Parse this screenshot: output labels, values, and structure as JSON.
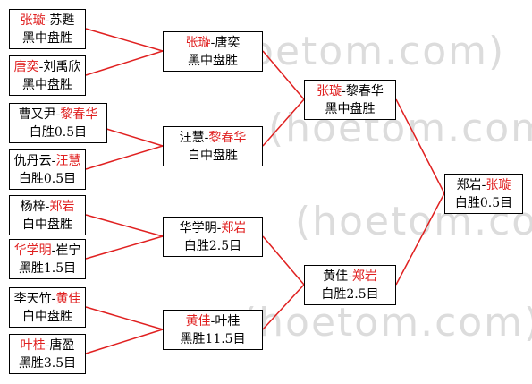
{
  "matches": {
    "r1_1": {
      "p1": "张璇",
      "p2": "苏甦",
      "winner": "p1",
      "result": "黑中盘胜"
    },
    "r1_2": {
      "p1": "唐奕",
      "p2": "刘禹欣",
      "winner": "p1",
      "result": "黑中盘胜"
    },
    "r1_3": {
      "p1": "曹又尹",
      "p2": "黎春华",
      "winner": "p2",
      "result": "白胜0.5目"
    },
    "r1_4": {
      "p1": "仇丹云",
      "p2": "汪慧",
      "winner": "p2",
      "result": "白胜0.5目"
    },
    "r1_5": {
      "p1": "杨梓",
      "p2": "郑岩",
      "winner": "p2",
      "result": "白中盘胜"
    },
    "r1_6": {
      "p1": "华学明",
      "p2": "崔宁",
      "winner": "p1",
      "result": "黑胜1.5目"
    },
    "r1_7": {
      "p1": "李天竹",
      "p2": "黄佳",
      "winner": "p2",
      "result": "白中盘胜"
    },
    "r1_8": {
      "p1": "叶桂",
      "p2": "唐盈",
      "winner": "p1",
      "result": "黑胜3.5目"
    },
    "r2_1": {
      "p1": "张璇",
      "p2": "唐奕",
      "winner": "p1",
      "result": "黑中盘胜"
    },
    "r2_2": {
      "p1": "汪慧",
      "p2": "黎春华",
      "winner": "p2",
      "result": "白中盘胜"
    },
    "r2_3": {
      "p1": "华学明",
      "p2": "郑岩",
      "winner": "p2",
      "result": "白胜2.5目"
    },
    "r2_4": {
      "p1": "黄佳",
      "p2": "叶桂",
      "winner": "p1",
      "result": "黑胜11.5目"
    },
    "r3_1": {
      "p1": "张璇",
      "p2": "黎春华",
      "winner": "p1",
      "result": "黑中盘胜"
    },
    "r3_2": {
      "p1": "黄佳",
      "p2": "郑岩",
      "winner": "p2",
      "result": "白胜2.5目"
    },
    "final": {
      "p1": "郑岩",
      "p2": "张璇",
      "winner": "p2",
      "result": "白胜0.5目"
    }
  },
  "separator": "-",
  "watermark": "(hoetom.com)",
  "colors": {
    "winner": "#e02020",
    "line": "#e02020",
    "text": "#000000",
    "border": "#000000"
  }
}
